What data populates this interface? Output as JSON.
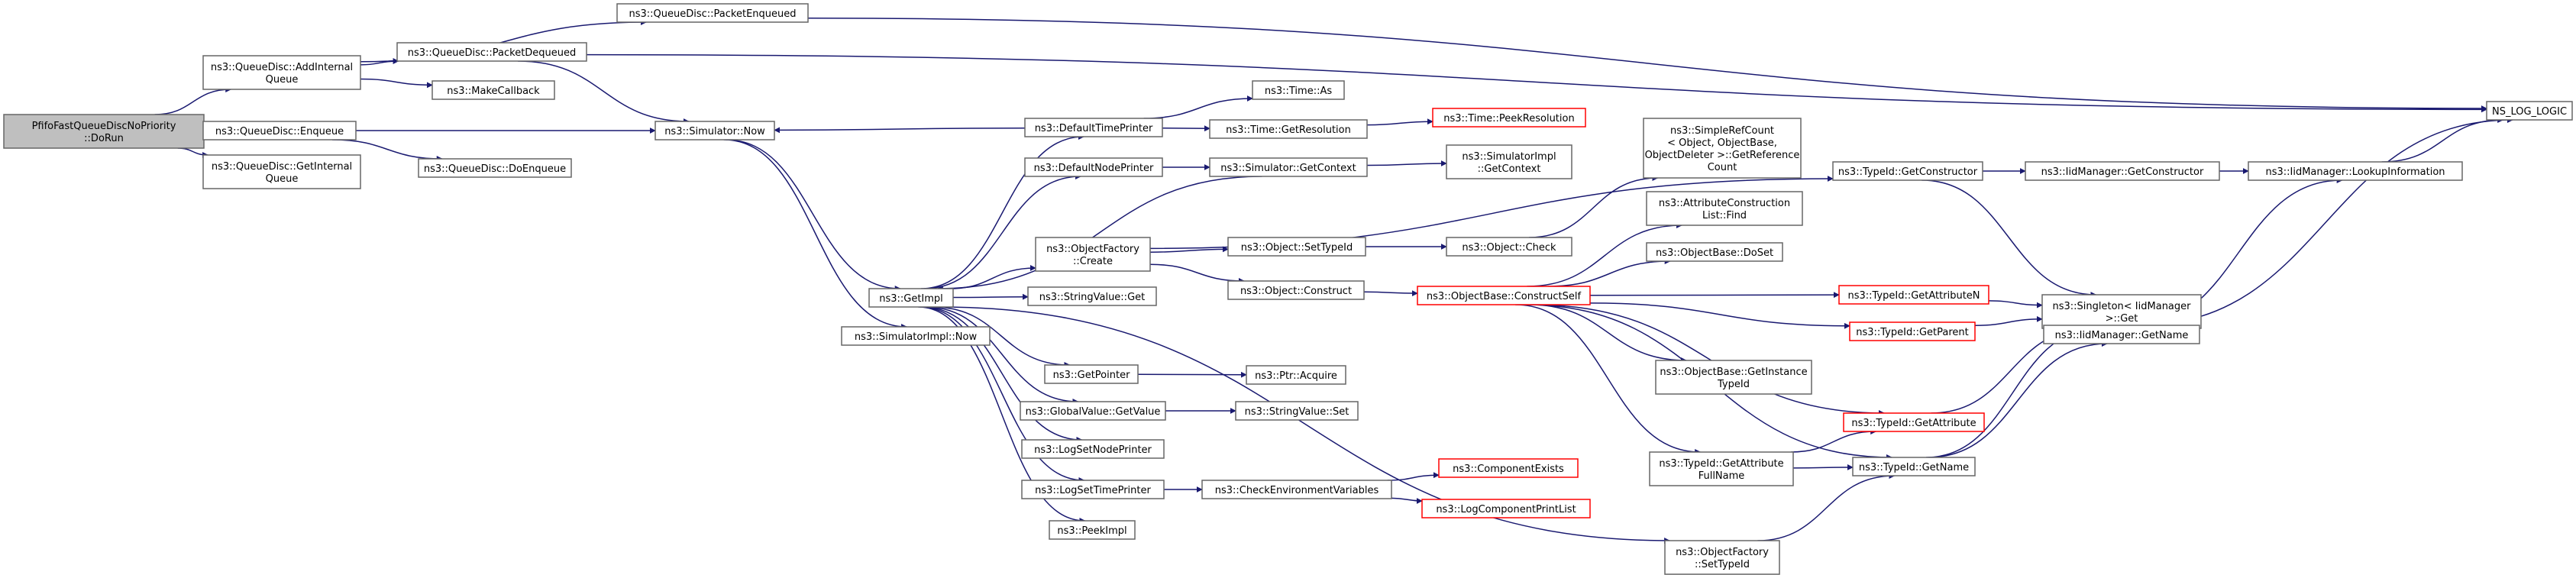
{
  "nodes": [
    {
      "id": "root",
      "lines": [
        "PfifoFastQueueDiscNoPriority",
        "::DoRun"
      ],
      "root": true
    },
    {
      "id": "addInternal",
      "lines": [
        "ns3::QueueDisc::AddInternal",
        "Queue"
      ]
    },
    {
      "id": "enqueue",
      "lines": [
        "ns3::QueueDisc::Enqueue"
      ]
    },
    {
      "id": "getInternal",
      "lines": [
        "ns3::QueueDisc::GetInternal",
        "Queue"
      ]
    },
    {
      "id": "pktEnqueued",
      "lines": [
        "ns3::QueueDisc::PacketEnqueued"
      ]
    },
    {
      "id": "pktDequeued",
      "lines": [
        "ns3::QueueDisc::PacketDequeued"
      ]
    },
    {
      "id": "makeCallback",
      "lines": [
        "ns3::MakeCallback"
      ]
    },
    {
      "id": "doEnqueue",
      "lines": [
        "ns3::QueueDisc::DoEnqueue"
      ]
    },
    {
      "id": "simNow",
      "lines": [
        "ns3::Simulator::Now"
      ]
    },
    {
      "id": "getImpl",
      "lines": [
        "ns3::GetImpl"
      ]
    },
    {
      "id": "simImplNow",
      "lines": [
        "ns3::SimulatorImpl::Now"
      ]
    },
    {
      "id": "defTimePrinter",
      "lines": [
        "ns3::DefaultTimePrinter"
      ]
    },
    {
      "id": "defNodePrinter",
      "lines": [
        "ns3::DefaultNodePrinter"
      ]
    },
    {
      "id": "objFactoryCreate",
      "lines": [
        "ns3::ObjectFactory",
        "::Create"
      ]
    },
    {
      "id": "stringValueGet",
      "lines": [
        "ns3::StringValue::Get"
      ]
    },
    {
      "id": "getPointer",
      "lines": [
        "ns3::GetPointer"
      ]
    },
    {
      "id": "globalValueGet",
      "lines": [
        "ns3::GlobalValue::GetValue"
      ]
    },
    {
      "id": "logSetNodePrinter",
      "lines": [
        "ns3::LogSetNodePrinter"
      ]
    },
    {
      "id": "logSetTimePrinter",
      "lines": [
        "ns3::LogSetTimePrinter"
      ]
    },
    {
      "id": "peekImpl",
      "lines": [
        "ns3::PeekImpl"
      ]
    },
    {
      "id": "timeAs",
      "lines": [
        "ns3::Time::As"
      ]
    },
    {
      "id": "timeGetRes",
      "lines": [
        "ns3::Time::GetResolution"
      ]
    },
    {
      "id": "timePeekRes",
      "lines": [
        "ns3::Time::PeekResolution"
      ],
      "red": true
    },
    {
      "id": "simGetContext",
      "lines": [
        "ns3::Simulator::GetContext"
      ]
    },
    {
      "id": "simImplGetContext",
      "lines": [
        "ns3::SimulatorImpl",
        "::GetContext"
      ]
    },
    {
      "id": "objSetTypeId",
      "lines": [
        "ns3::Object::SetTypeId"
      ]
    },
    {
      "id": "objConstruct",
      "lines": [
        "ns3::Object::Construct"
      ]
    },
    {
      "id": "objCheck",
      "lines": [
        "ns3::Object::Check"
      ]
    },
    {
      "id": "simpleRefCount",
      "lines": [
        "ns3::SimpleRefCount",
        "< Object, ObjectBase,",
        "ObjectDeleter >::GetReference",
        "Count"
      ]
    },
    {
      "id": "objBaseConstructSelf",
      "lines": [
        "ns3::ObjectBase::ConstructSelf"
      ],
      "red": true
    },
    {
      "id": "ptrAcquire",
      "lines": [
        "ns3::Ptr::Acquire"
      ]
    },
    {
      "id": "stringValueSet",
      "lines": [
        "ns3::StringValue::Set"
      ]
    },
    {
      "id": "checkEnvVars",
      "lines": [
        "ns3::CheckEnvironmentVariables"
      ]
    },
    {
      "id": "componentExists",
      "lines": [
        "ns3::ComponentExists"
      ],
      "red": true
    },
    {
      "id": "logComponentPrintList",
      "lines": [
        "ns3::LogComponentPrintList"
      ],
      "red": true
    },
    {
      "id": "attrConstructionFind",
      "lines": [
        "ns3::AttributeConstruction",
        "List::Find"
      ]
    },
    {
      "id": "objBaseDoSet",
      "lines": [
        "ns3::ObjectBase::DoSet"
      ]
    },
    {
      "id": "objBaseGetInstanceTypeId",
      "lines": [
        "ns3::ObjectBase::GetInstance",
        "TypeId"
      ]
    },
    {
      "id": "typeIdGetAttrFullName",
      "lines": [
        "ns3::TypeId::GetAttribute",
        "FullName"
      ]
    },
    {
      "id": "objFactorySetTypeId",
      "lines": [
        "ns3::ObjectFactory",
        "::SetTypeId"
      ]
    },
    {
      "id": "typeIdGetConstructor",
      "lines": [
        "ns3::TypeId::GetConstructor"
      ]
    },
    {
      "id": "typeIdGetAttributeN",
      "lines": [
        "ns3::TypeId::GetAttributeN"
      ],
      "red": true
    },
    {
      "id": "typeIdGetParent",
      "lines": [
        "ns3::TypeId::GetParent"
      ],
      "red": true
    },
    {
      "id": "typeIdGetAttribute",
      "lines": [
        "ns3::TypeId::GetAttribute"
      ],
      "red": true
    },
    {
      "id": "typeIdGetName",
      "lines": [
        "ns3::TypeId::GetName"
      ]
    },
    {
      "id": "iidGetConstructor",
      "lines": [
        "ns3::IidManager::GetConstructor"
      ]
    },
    {
      "id": "singletonGet",
      "lines": [
        "ns3::Singleton< IidManager",
        " >::Get"
      ]
    },
    {
      "id": "iidGetName",
      "lines": [
        "ns3::IidManager::GetName"
      ]
    },
    {
      "id": "iidLookupInfo",
      "lines": [
        "ns3::IidManager::LookupInformation"
      ]
    },
    {
      "id": "nsLogLogic",
      "lines": [
        "NS_LOG_LOGIC"
      ]
    }
  ],
  "edges": [
    [
      "root",
      "addInternal"
    ],
    [
      "root",
      "enqueue"
    ],
    [
      "root",
      "getInternal"
    ],
    [
      "addInternal",
      "pktEnqueued"
    ],
    [
      "addInternal",
      "pktDequeued"
    ],
    [
      "addInternal",
      "makeCallback"
    ],
    [
      "enqueue",
      "simNow"
    ],
    [
      "enqueue",
      "doEnqueue"
    ],
    [
      "pktEnqueued",
      "nsLogLogic"
    ],
    [
      "pktDequeued",
      "nsLogLogic"
    ],
    [
      "pktDequeued",
      "simNow"
    ],
    [
      "simNow",
      "getImpl"
    ],
    [
      "simNow",
      "simImplNow"
    ],
    [
      "defTimePrinter",
      "simNow"
    ],
    [
      "defTimePrinter",
      "timeAs"
    ],
    [
      "defTimePrinter",
      "timeGetRes"
    ],
    [
      "timeGetRes",
      "timePeekRes"
    ],
    [
      "defNodePrinter",
      "simGetContext"
    ],
    [
      "simGetContext",
      "getImpl"
    ],
    [
      "simGetContext",
      "simImplGetContext"
    ],
    [
      "getImpl",
      "defTimePrinter"
    ],
    [
      "getImpl",
      "defNodePrinter"
    ],
    [
      "getImpl",
      "objFactoryCreate"
    ],
    [
      "getImpl",
      "stringValueGet"
    ],
    [
      "getImpl",
      "getPointer"
    ],
    [
      "getImpl",
      "globalValueGet"
    ],
    [
      "getImpl",
      "logSetNodePrinter"
    ],
    [
      "getImpl",
      "logSetTimePrinter"
    ],
    [
      "getImpl",
      "peekImpl"
    ],
    [
      "getImpl",
      "objFactorySetTypeId"
    ],
    [
      "objFactoryCreate",
      "typeIdGetConstructor"
    ],
    [
      "objFactoryCreate",
      "objSetTypeId"
    ],
    [
      "objFactoryCreate",
      "objConstruct"
    ],
    [
      "objSetTypeId",
      "objCheck"
    ],
    [
      "objCheck",
      "simpleRefCount"
    ],
    [
      "objConstruct",
      "objBaseConstructSelf"
    ],
    [
      "getPointer",
      "ptrAcquire"
    ],
    [
      "globalValueGet",
      "stringValueSet"
    ],
    [
      "logSetTimePrinter",
      "checkEnvVars"
    ],
    [
      "checkEnvVars",
      "componentExists"
    ],
    [
      "checkEnvVars",
      "logComponentPrintList"
    ],
    [
      "objBaseConstructSelf",
      "attrConstructionFind"
    ],
    [
      "objBaseConstructSelf",
      "objBaseDoSet"
    ],
    [
      "objBaseConstructSelf",
      "typeIdGetAttributeN"
    ],
    [
      "objBaseConstructSelf",
      "typeIdGetParent"
    ],
    [
      "objBaseConstructSelf",
      "objBaseGetInstanceTypeId"
    ],
    [
      "objBaseConstructSelf",
      "typeIdGetAttribute"
    ],
    [
      "objBaseConstructSelf",
      "typeIdGetAttrFullName"
    ],
    [
      "objBaseConstructSelf",
      "typeIdGetName"
    ],
    [
      "objFactorySetTypeId",
      "typeIdGetName"
    ],
    [
      "typeIdGetConstructor",
      "iidGetConstructor"
    ],
    [
      "typeIdGetConstructor",
      "singletonGet"
    ],
    [
      "iidGetConstructor",
      "iidLookupInfo"
    ],
    [
      "iidLookupInfo",
      "nsLogLogic"
    ],
    [
      "typeIdGetAttributeN",
      "singletonGet"
    ],
    [
      "typeIdGetParent",
      "singletonGet"
    ],
    [
      "typeIdGetAttribute",
      "singletonGet"
    ],
    [
      "typeIdGetAttrFullName",
      "typeIdGetAttribute"
    ],
    [
      "typeIdGetAttrFullName",
      "typeIdGetName"
    ],
    [
      "typeIdGetName",
      "singletonGet"
    ],
    [
      "typeIdGetName",
      "iidGetName"
    ],
    [
      "iidGetName",
      "iidLookupInfo"
    ],
    [
      "iidGetName",
      "nsLogLogic"
    ]
  ]
}
